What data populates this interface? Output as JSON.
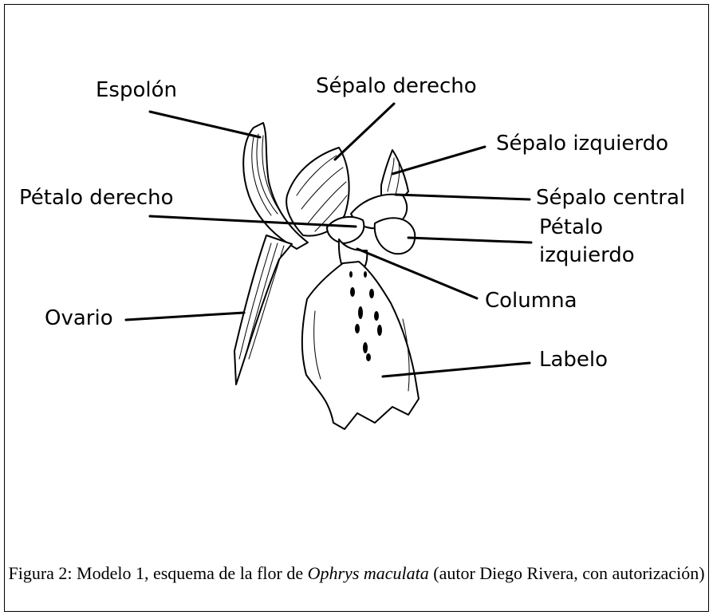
{
  "labels": {
    "espolon": "Espolón",
    "sepalo_derecho": "Sépalo derecho",
    "sepalo_izquierdo": "Sépalo izquierdo",
    "sepalo_central": "Sépalo central",
    "petalo_derecho": "Pétalo derecho",
    "petalo_izquierdo_1": "Pétalo",
    "petalo_izquierdo_2": "izquierdo",
    "columna": "Columna",
    "ovario": "Ovario",
    "labelo": "Labelo"
  },
  "caption": {
    "prefix": "Figura 2: Modelo 1, esquema de la flor de ",
    "species": "Ophrys maculata",
    "suffix": " (autor Diego Rivera, con autorización)"
  }
}
